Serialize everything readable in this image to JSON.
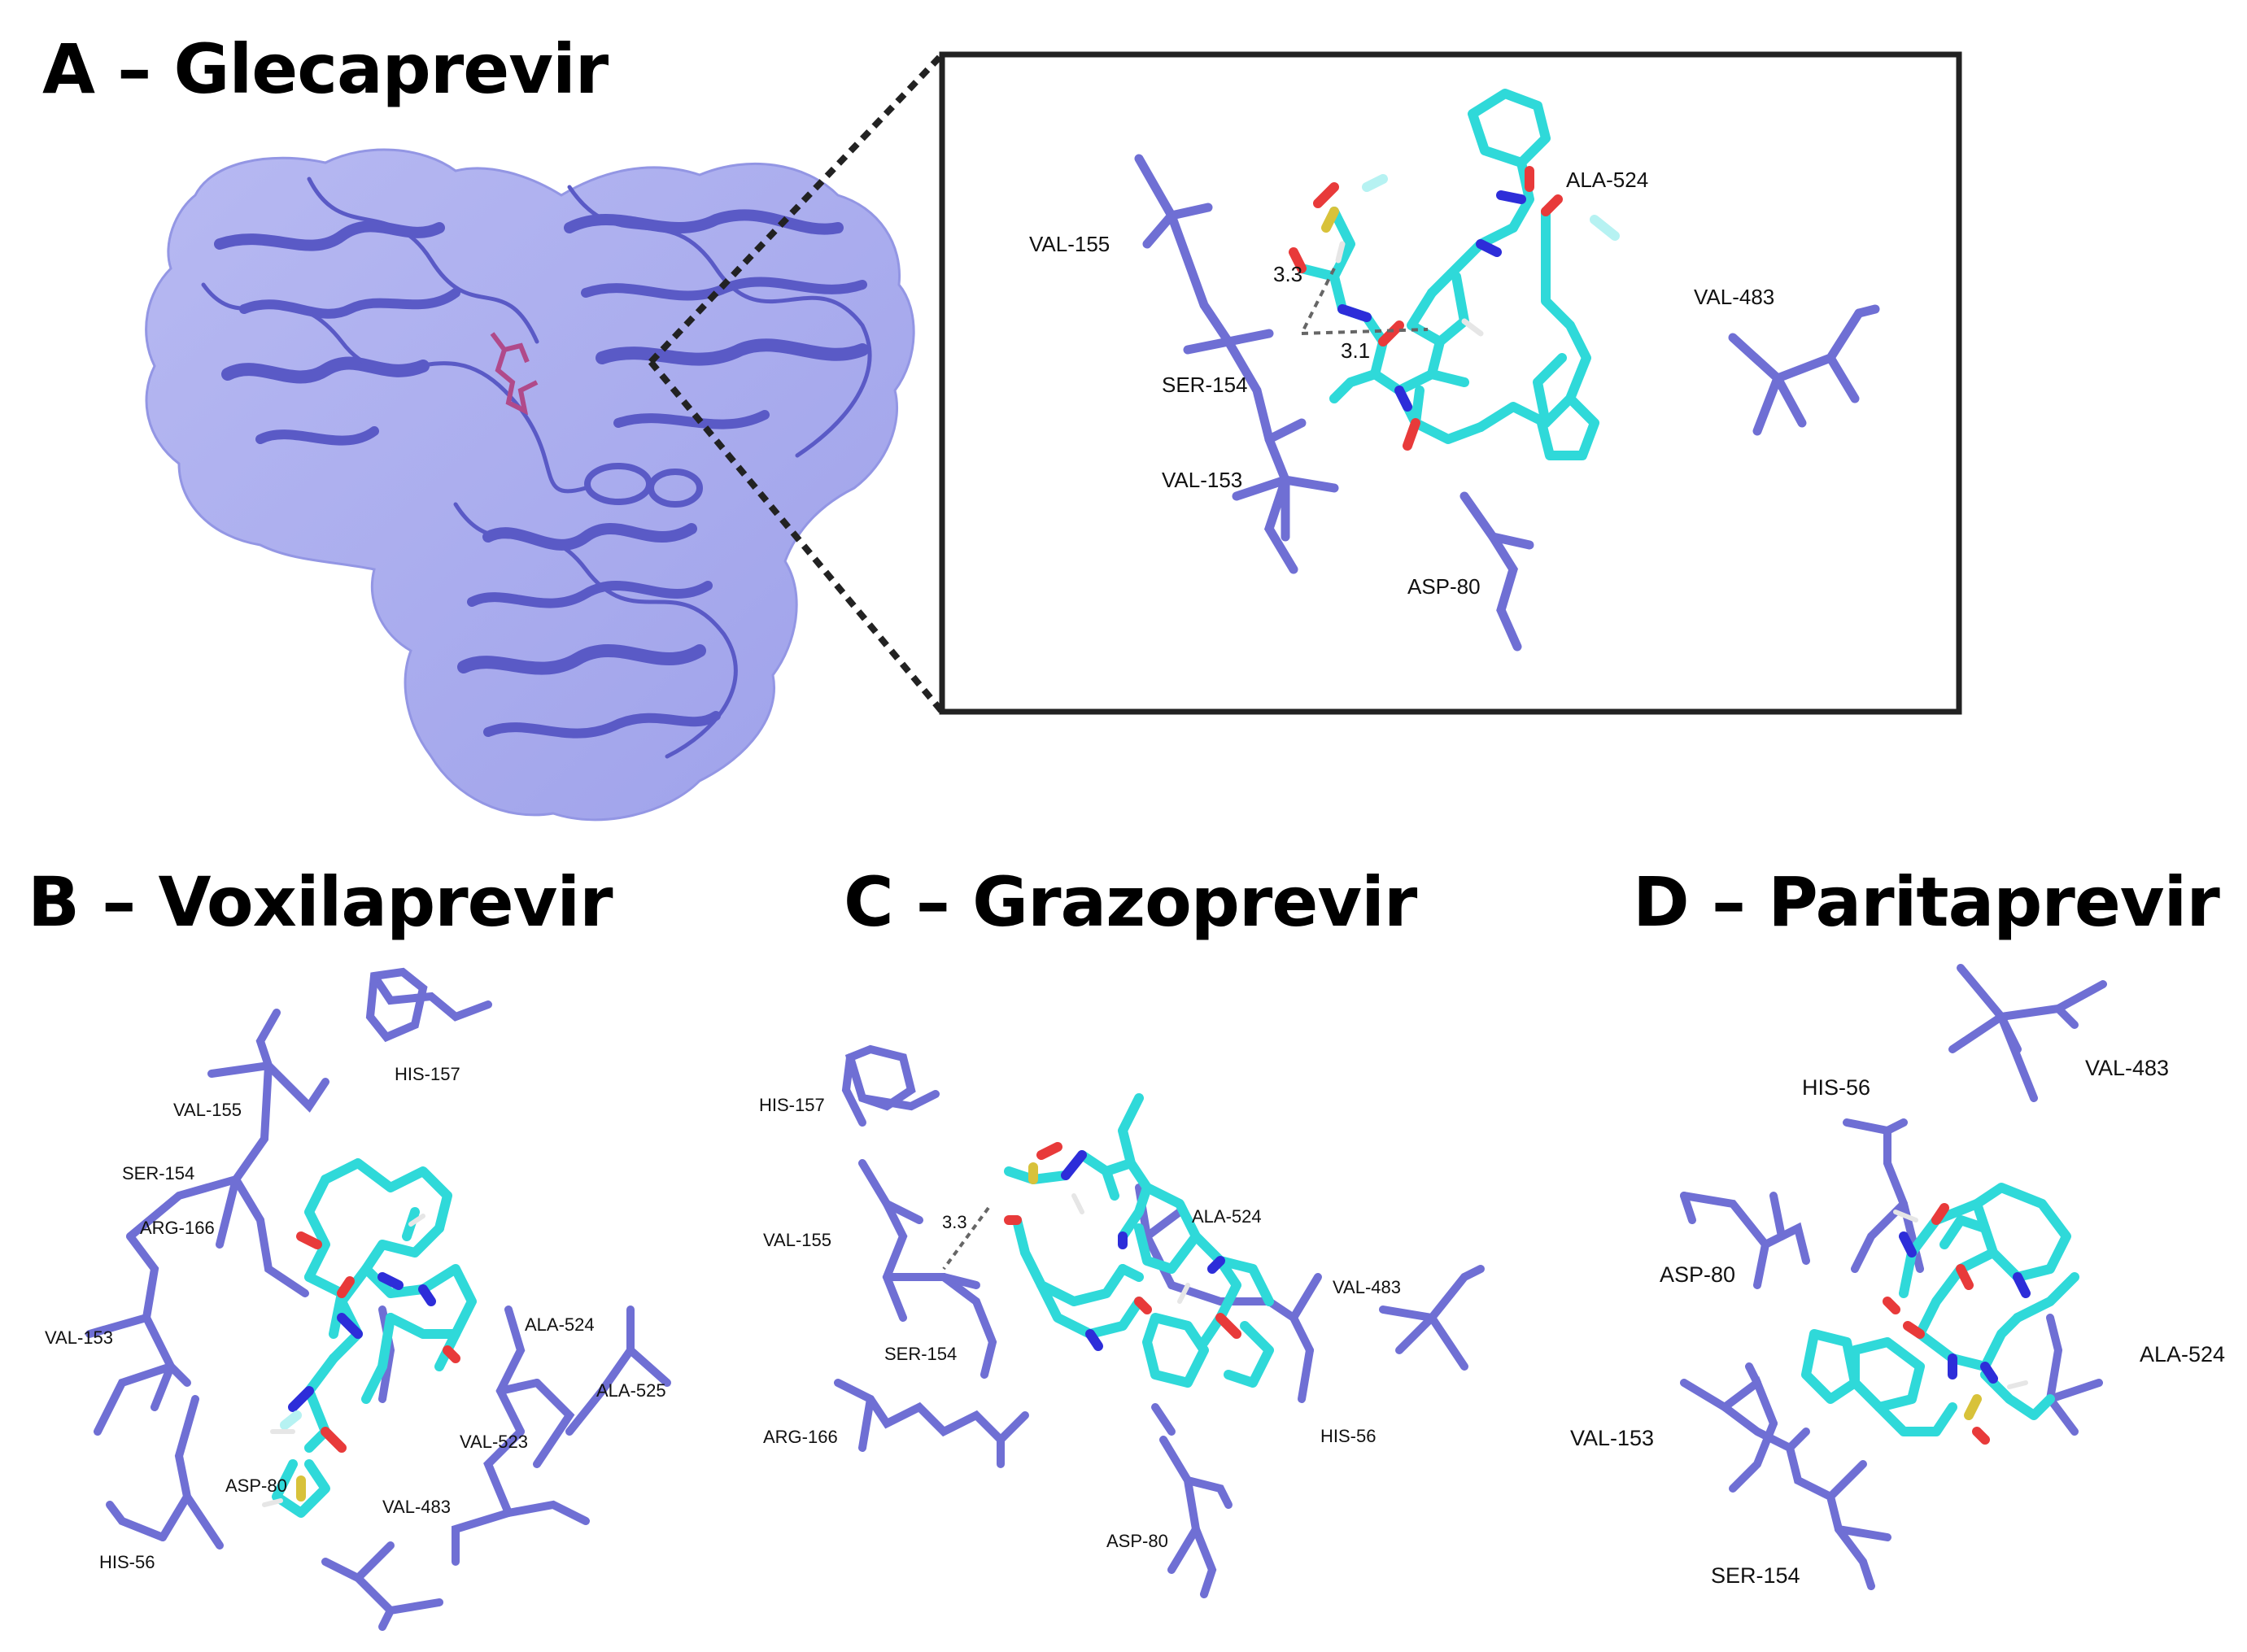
{
  "panels": {
    "A": {
      "title": "A – Glecaprevir",
      "residues": [
        "VAL-155",
        "SER-154",
        "VAL-153",
        "ASP-80",
        "ALA-524",
        "VAL-483"
      ],
      "distances": [
        "3.3",
        "3.1"
      ]
    },
    "B": {
      "title": "B – Voxilaprevir",
      "residues": [
        "HIS-157",
        "VAL-155",
        "SER-154",
        "ARG-166",
        "VAL-153",
        "ALA-524",
        "ALA-525",
        "VAL-523",
        "ASP-80",
        "VAL-483",
        "HIS-56"
      ]
    },
    "C": {
      "title": "C – Grazoprevir",
      "residues": [
        "HIS-157",
        "VAL-155",
        "SER-154",
        "ARG-166",
        "ALA-524",
        "VAL-483",
        "HIS-56",
        "ASP-80"
      ],
      "distances": [
        "3.3"
      ]
    },
    "D": {
      "title": "D – Paritaprevir",
      "residues": [
        "VAL-483",
        "HIS-56",
        "ASP-80",
        "ALA-524",
        "VAL-153",
        "SER-154"
      ]
    }
  },
  "colors": {
    "protein": "#6f6fd4",
    "surface": "#a9acee",
    "ligand_carbon": "#2fd9d9",
    "nitrogen": "#2d2dd9",
    "oxygen": "#e83a3a",
    "sulfur": "#d8c23a",
    "hydrogen": "#e6e6e6",
    "fluorine": "#b6f2f2",
    "hbond": "#666666"
  }
}
